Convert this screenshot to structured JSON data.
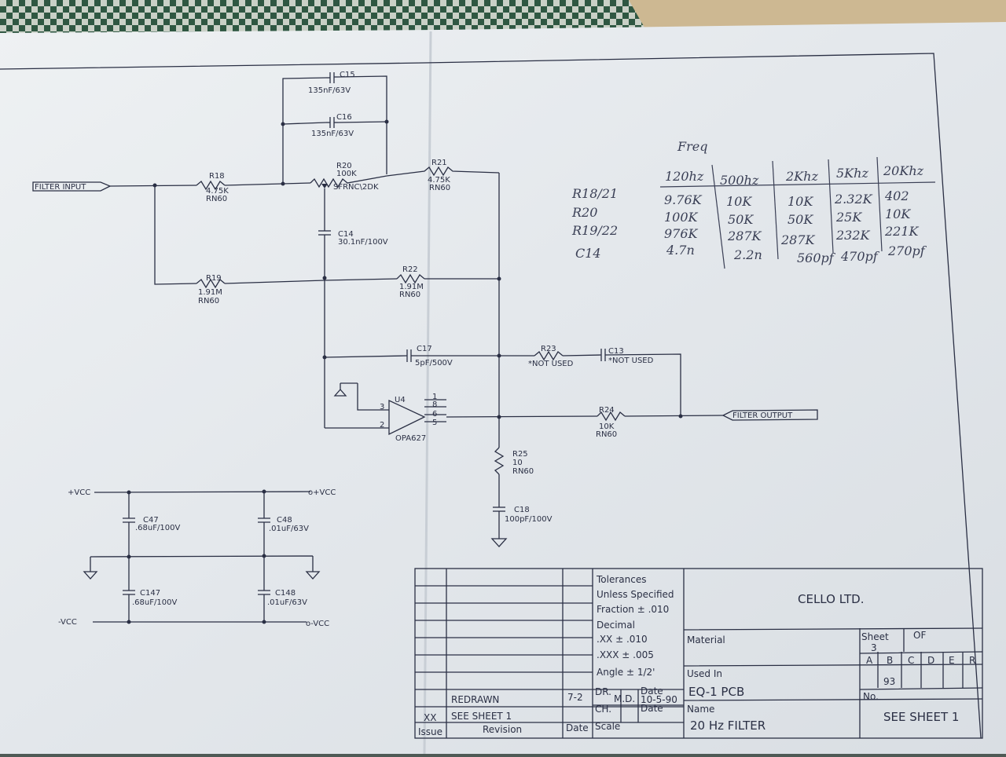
{
  "colors": {
    "paper": "#e8ecef",
    "ink": "#2a2f44",
    "pencil": "#3a3f55",
    "tablecloth": "#39604a",
    "wood": "#cdb892"
  },
  "nets": {
    "filter_input": "FILTER INPUT",
    "filter_output": "FILTER OUTPUT",
    "pos_vcc_left": "+VCC",
    "pos_vcc_right": "o+VCC",
    "neg_vcc_left": "-VCC",
    "neg_vcc_right": "o-VCC"
  },
  "components": {
    "c15": {
      "ref": "C15",
      "value": "135nF/63V"
    },
    "c16": {
      "ref": "C16",
      "value": "135nF/63V"
    },
    "r18": {
      "ref": "R18",
      "value": "4.75K",
      "type": "RN60"
    },
    "r20": {
      "ref": "R20",
      "value": "100K",
      "type": "SFRNC\\2DK"
    },
    "r21": {
      "ref": "R21",
      "value": "4.75K",
      "type": "RN60"
    },
    "c14": {
      "ref": "C14",
      "value": "30.1nF/100V"
    },
    "r19": {
      "ref": "R19",
      "value": "1.91M",
      "type": "RN60"
    },
    "r22": {
      "ref": "R22",
      "value": "1.91M",
      "type": "RN60"
    },
    "c17": {
      "ref": "C17",
      "value": "5pF/500V"
    },
    "r23": {
      "ref": "R23",
      "value": "*NOT USED"
    },
    "c13": {
      "ref": "C13",
      "value": "*NOT USED"
    },
    "u4": {
      "ref": "U4",
      "part": "OPA627",
      "pins": [
        "1",
        "8",
        "6",
        "5",
        "3",
        "2"
      ]
    },
    "r24": {
      "ref": "R24",
      "value": "10K",
      "type": "RN60"
    },
    "r25": {
      "ref": "R25",
      "value": "10",
      "type": "RN60"
    },
    "c18": {
      "ref": "C18",
      "value": "100pF/100V"
    },
    "c47": {
      "ref": "C47",
      "value": ".68uF/100V"
    },
    "c48": {
      "ref": "C48",
      "value": ".01uF/63V"
    },
    "c147": {
      "ref": "C147",
      "value": ".68uF/100V"
    },
    "c148": {
      "ref": "C148",
      "value": ".01uF/63V"
    }
  },
  "handwritten": {
    "freq_label": "Freq",
    "headers": [
      "120hz",
      "500hz",
      "2Khz",
      "5Khz",
      "20Khz"
    ],
    "row_labels": [
      "R18/21",
      "R20",
      "R19/22",
      "C14"
    ],
    "rows": [
      [
        "9.76K",
        "10K",
        "10K",
        "2.32K",
        "402"
      ],
      [
        "100K",
        "50K",
        "50K",
        "25K",
        "10K"
      ],
      [
        "976K",
        "287K",
        "287K",
        "232K",
        "221K"
      ],
      [
        "4.7n",
        "2.2n",
        "560pf",
        "470pf",
        "270pf"
      ]
    ]
  },
  "title_block": {
    "tolerances": [
      "Tolerances",
      "Unless Specified",
      "Fraction  ± .010",
      "Decimal",
      ".XX  ± .010",
      ".XXX  ± .005",
      "Angle  ± 1/2'"
    ],
    "company": "CELLO LTD.",
    "material_label": "Material",
    "sheet_label": "Sheet",
    "sheet_value": "3",
    "of_label": "OF",
    "rev_letters": [
      "A",
      "B",
      "C",
      "D",
      "E",
      "R"
    ],
    "rev_b_value": "93",
    "used_in_label": "Used In",
    "used_in_value": "EQ-1  PCB",
    "no_label": "No.",
    "name_label": "Name",
    "name_value": "20  Hz  FILTER",
    "see_sheet_right": "SEE  SHEET  1",
    "rev_row1": {
      "text": "REDRAWN",
      "date": "7-2"
    },
    "rev_row2": {
      "issue": "XX",
      "text": "SEE  SHEET  1"
    },
    "dr_label": "DR.",
    "dr_value": "M.D.",
    "date_label": "Date",
    "date_value": "10-5-90",
    "ch_label": "CH.",
    "date_label2": "Date",
    "footer": {
      "issue": "Issue",
      "revision": "Revision",
      "date": "Date",
      "scale": "Scale"
    }
  }
}
